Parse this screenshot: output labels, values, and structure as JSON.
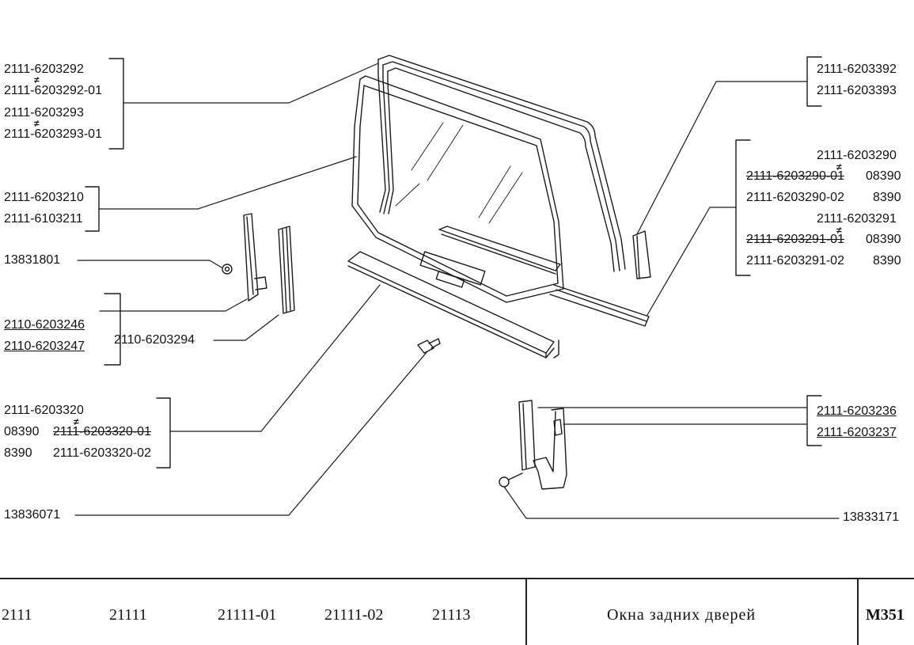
{
  "groups": {
    "window_seals": [
      "2111-6203292",
      "2111-6203292-01",
      "2111-6203293",
      "2111-6203293-01"
    ],
    "glass": [
      "2111-6203210",
      "2111-6103211"
    ],
    "nut": "13831801",
    "front_guide": [
      "2110-6203246",
      "2110-6203247"
    ],
    "guide_channel": "2110-6203294",
    "inner_seal": {
      "row1": "2111-6203320",
      "row2_prefix": "08390",
      "row2_part": "2111-6203320-01",
      "row3_prefix": "8390",
      "row3_part": "2111-6203320-02"
    },
    "bolt_left": "13836071",
    "pillar_seal": [
      "2111-6203392",
      "2111-6203393"
    ],
    "outer_seal": {
      "r1": "2111-6203290",
      "r2_part": "2111-6203290-01",
      "r2_suffix": "08390",
      "r3_part": "2111-6203290-02",
      "r3_suffix": "8390",
      "r4": "2111-6203291",
      "r5_part": "2111-6203291-01",
      "r5_suffix": "08390",
      "r6_part": "2111-6203291-02",
      "r6_suffix": "8390"
    },
    "rear_guide": [
      "2111-6203236",
      "2111-6203237"
    ],
    "bolt_right": "13833171"
  },
  "neq_symbol": "≠",
  "footer": {
    "models": [
      "2111",
      "21111",
      "21111-01",
      "21111-02",
      "21113"
    ],
    "title": "Окна задних дверей",
    "code": "М351"
  }
}
